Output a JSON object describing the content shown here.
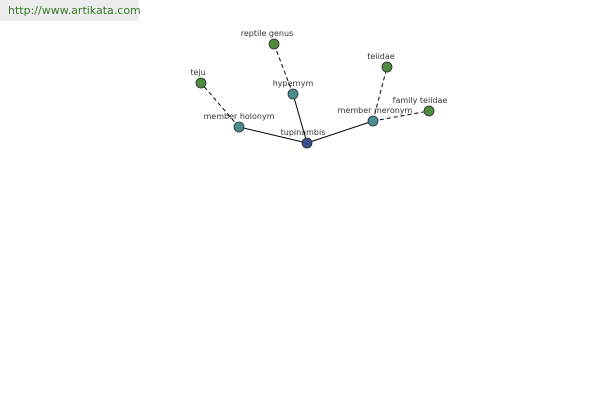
{
  "source": {
    "url_text": "http://www.artikata.com"
  },
  "colors": {
    "center_node": "#3b4f91",
    "relation_node": "#4a8f8f",
    "leaf_node": "#4f8a3f",
    "node_outline": "#2a2a2a",
    "edge": "#000000",
    "source_text": "#3a7a2a"
  },
  "graph": {
    "nodes": [
      {
        "id": "tupinambis",
        "label": "tupinambis",
        "kind": "center"
      },
      {
        "id": "member-holonym",
        "label": "member holonym",
        "kind": "relation"
      },
      {
        "id": "hypernym",
        "label": "hypernym",
        "kind": "relation"
      },
      {
        "id": "member-meronym",
        "label": "member meronym",
        "kind": "relation"
      },
      {
        "id": "teju",
        "label": "teju",
        "kind": "leaf"
      },
      {
        "id": "reptile-genus",
        "label": "reptile genus",
        "kind": "leaf"
      },
      {
        "id": "teiidae",
        "label": "teiidae",
        "kind": "leaf"
      },
      {
        "id": "family-teiidae",
        "label": "family teiidae",
        "kind": "leaf"
      }
    ],
    "edges": [
      {
        "from": "tupinambis",
        "to": "member-holonym",
        "style": "solid"
      },
      {
        "from": "tupinambis",
        "to": "hypernym",
        "style": "solid"
      },
      {
        "from": "tupinambis",
        "to": "member-meronym",
        "style": "solid"
      },
      {
        "from": "member-holonym",
        "to": "teju",
        "style": "dashed"
      },
      {
        "from": "hypernym",
        "to": "reptile-genus",
        "style": "dashed"
      },
      {
        "from": "member-meronym",
        "to": "teiidae",
        "style": "dashed"
      },
      {
        "from": "member-meronym",
        "to": "family-teiidae",
        "style": "dashed"
      }
    ]
  }
}
